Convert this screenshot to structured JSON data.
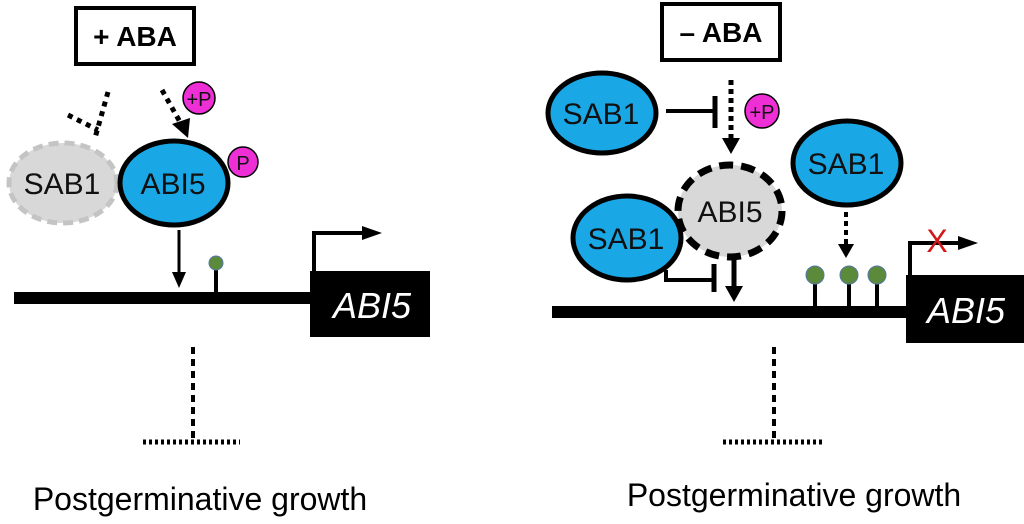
{
  "colors": {
    "active_protein": "#1aa7e6",
    "inactive_protein": "#d8d8d8",
    "phospho": "#ee2fd6",
    "methylation": "#5a8a3a",
    "block_mark": "#d21818",
    "line": "#000000"
  },
  "left_panel": {
    "condition": "+ ABA",
    "sab1_label": "SAB1",
    "abi5_label": "ABI5",
    "phospho_add_label": "+P",
    "phospho_label": "P",
    "gene_label": "ABI5",
    "outcome": "Postgerminative growth"
  },
  "right_panel": {
    "condition": "– ABA",
    "sab1_top_label": "SAB1",
    "sab1_left_label": "SAB1",
    "sab1_right_label": "SAB1",
    "abi5_label": "ABI5",
    "phospho_add_label": "+P",
    "gene_label": "ABI5",
    "block_mark": "X",
    "outcome": "Postgerminative growth"
  }
}
